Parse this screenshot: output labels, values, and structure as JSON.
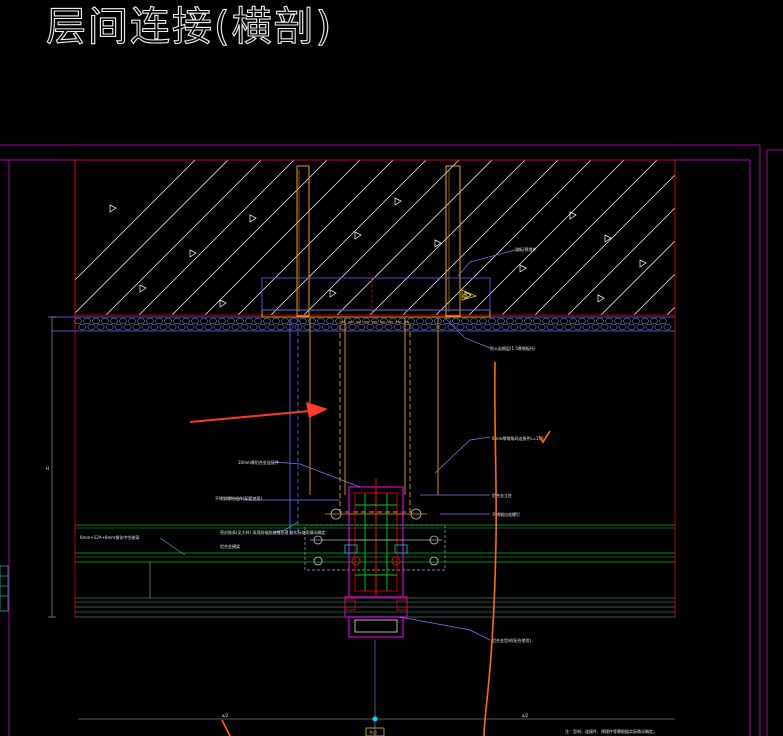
{
  "drawing": {
    "title": "层间连接(横剖)",
    "section_tag": "节点"
  },
  "annotations": [
    {
      "id": "anchor",
      "text": "锚板/预埋件"
    },
    {
      "id": "fire",
      "text": "防火岩棉层(1.5厚钢板托)"
    },
    {
      "id": "bracket",
      "text": "6mm厚钢角码连接件L=170"
    },
    {
      "id": "plate",
      "text": "10mm厚铝合金连接件"
    },
    {
      "id": "bolt",
      "text": "不锈钢螺栓组件(配套使用)"
    },
    {
      "id": "mullion",
      "text": "铝合金立柱"
    },
    {
      "id": "screw",
      "text": "不锈钢自攻螺钉"
    },
    {
      "id": "seal",
      "text": "密封胶条(见大样)\n采用耐候胶嵌缝处理\n按实际使用情况确定"
    },
    {
      "id": "panel",
      "text": "6mm+12A+6mm钢化中空玻璃"
    },
    {
      "id": "glass",
      "text": "铝合金横梁"
    },
    {
      "id": "profile",
      "text": "铝合金型材(配合使用)"
    }
  ],
  "dimensions": {
    "left_total": "H",
    "bottom_left": "a/2",
    "bottom_right": "a/2"
  },
  "footnote": "注：型材、连接件、预埋件等需根据实际情况确定。",
  "colors": {
    "background": "#000000",
    "frame": "#b000b0",
    "slab_edge": "#e00000",
    "hatch": "#ffffff",
    "steel": "#e6a020",
    "aluminum": "#ffffff",
    "seal": "#c000c0",
    "glass": "#00c020",
    "leader": "#7b7bff",
    "arrow": "#ff3a2a",
    "markup": "#ff6a10"
  }
}
